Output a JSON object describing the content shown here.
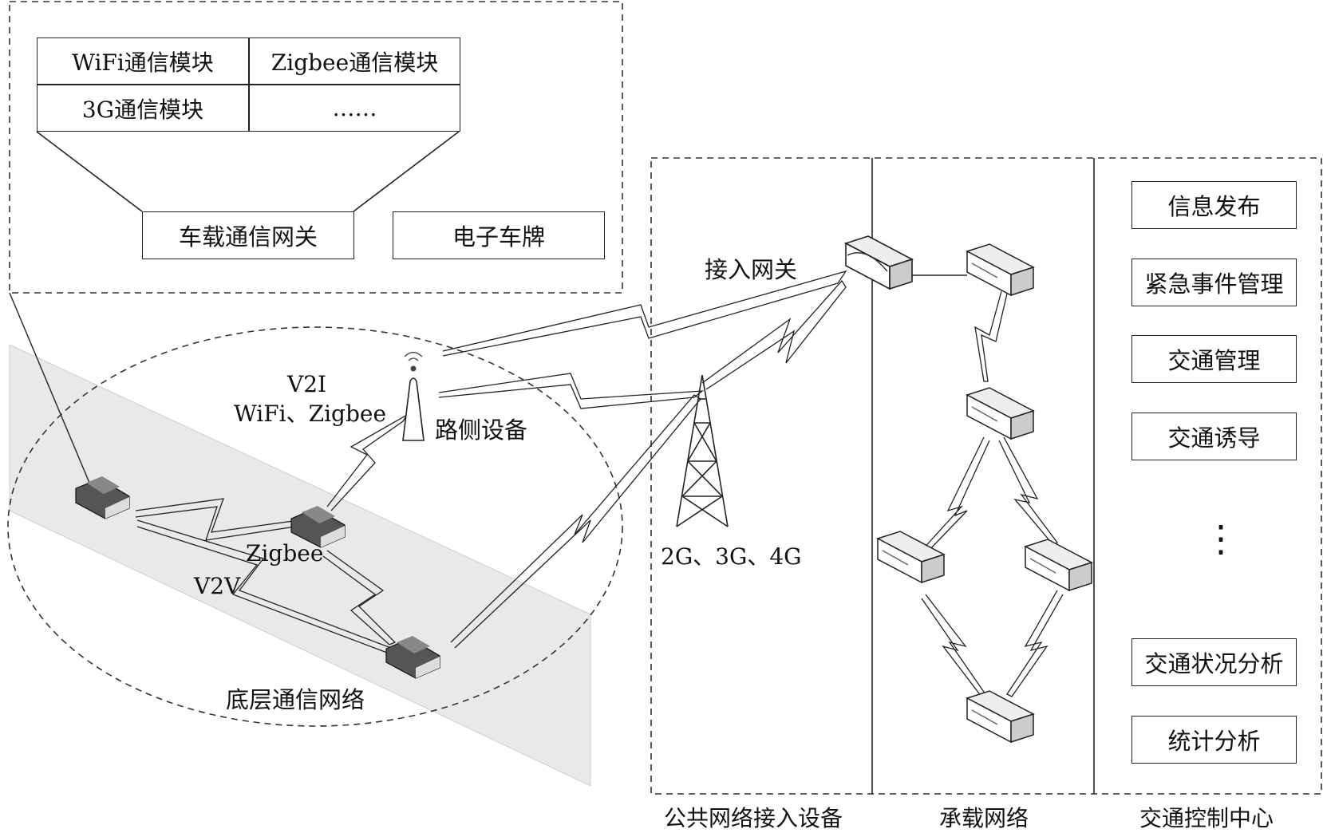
{
  "vehicle_modules": {
    "cells": [
      "WiFi通信模块",
      "Zigbee通信模块",
      "3G通信模块",
      "……"
    ],
    "gateway": "车载通信网关",
    "plate": "电子车牌"
  },
  "labels": {
    "access_gateway": "接入网关",
    "v2i": "V2I",
    "v2i_protocols": "WiFi、Zigbee",
    "roadside": "路侧设备",
    "zigbee": "Zigbee",
    "v2v": "V2V",
    "bottom_network": "底层通信网络",
    "cellular": "2G、3G、4G"
  },
  "control_center": {
    "items": [
      "信息发布",
      "紧急事件管理",
      "交通管理",
      "交通诱导",
      "交通状况分析",
      "统计分析"
    ],
    "ellipsis": "⋮"
  },
  "columns": {
    "public_access": "公共网络接入设备",
    "bearer": "承载网络",
    "control": "交通控制中心"
  }
}
